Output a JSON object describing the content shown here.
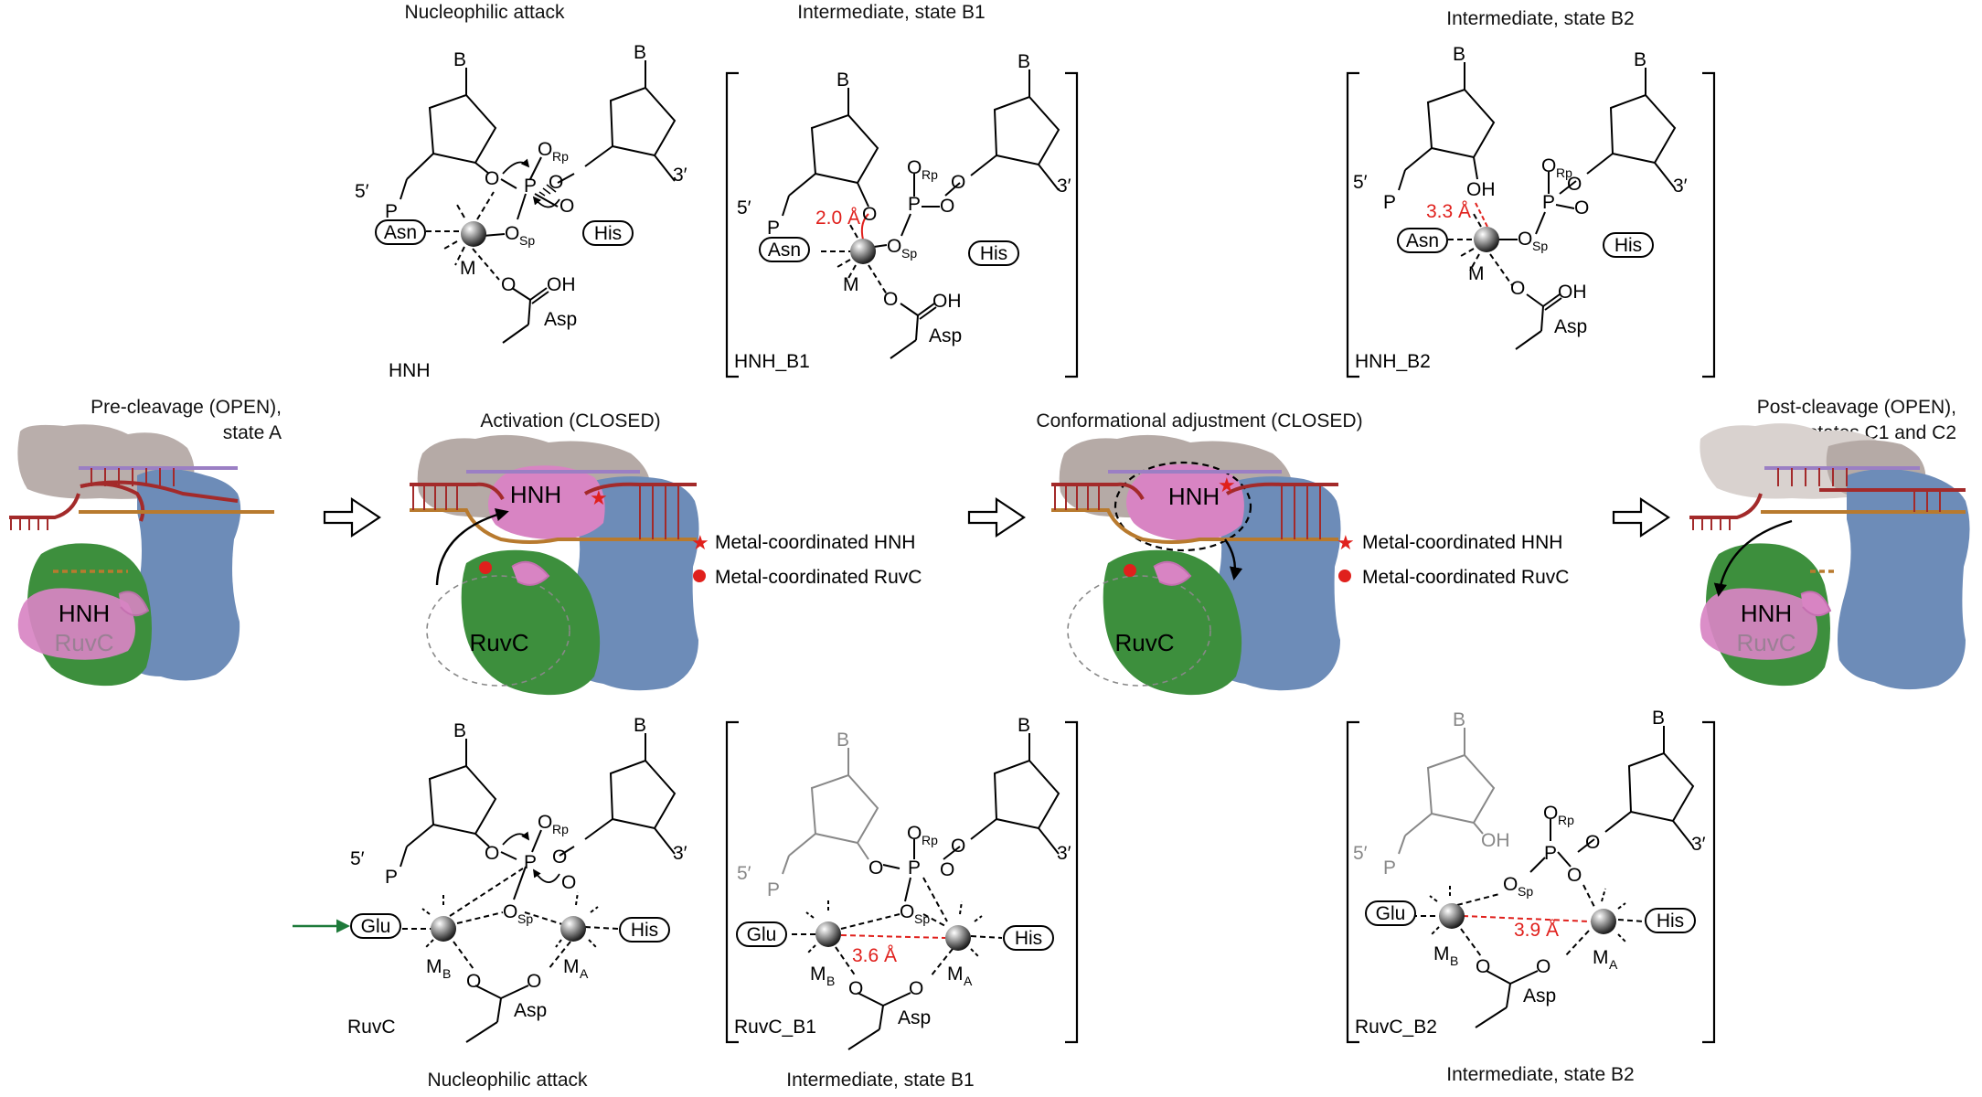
{
  "captions": {
    "top_nuc": "Nucleophilic attack",
    "top_b1": "Intermediate, state B1",
    "top_b2": "Intermediate, state B2",
    "bot_nuc": "Nucleophilic attack",
    "bot_b1": "Intermediate, state B1",
    "bot_b2": "Intermediate, state B2",
    "pre_cleavage": [
      "Pre-cleavage (OPEN),",
      "state A"
    ],
    "activation": "Activation (CLOSED)",
    "conformational": "Conformational adjustment (CLOSED)",
    "post_cleavage": [
      "Post-cleavage (OPEN),",
      "states C1 and C2"
    ]
  },
  "panel_labels": {
    "hnh": "HNH",
    "hnh_b1": "HNH_B1",
    "hnh_b2": "HNH_B2",
    "ruvc": "RuvC",
    "ruvc_b1": "RuvC_B1",
    "ruvc_b2": "RuvC_B2"
  },
  "domains": {
    "hnh": "HNH",
    "ruvc": "RuvC"
  },
  "legend": {
    "star": "Metal-coordinated HNH",
    "dot": "Metal-coordinated RuvC"
  },
  "chem": {
    "base": "B",
    "five_p": "5′",
    "p": "P",
    "three_p": "3′",
    "o": "O",
    "oh": "OH",
    "o_rp": "Rp",
    "o_sp": "Sp",
    "asn": "Asn",
    "his": "His",
    "glu": "Glu",
    "asp": "Asp",
    "metal": "M",
    "metal_a": "A",
    "metal_b": "B"
  },
  "distances": {
    "hnh_b1": "2.0 Å",
    "hnh_b2": "3.3 Å",
    "ruvc_b1": "3.6 Å",
    "ruvc_b2": "3.9 Å"
  },
  "colors": {
    "hnh": "#d884c3",
    "ruvc": "#3d8f3d",
    "rec": "#b5aaa6",
    "nuc": "#6d8cb8",
    "dna_target": "#a32a2a",
    "dna_nontarget": "#b87a2e",
    "rna": "#9b7fc4",
    "distance": "#e0201c",
    "arrow_green": "#1e7a3a"
  }
}
